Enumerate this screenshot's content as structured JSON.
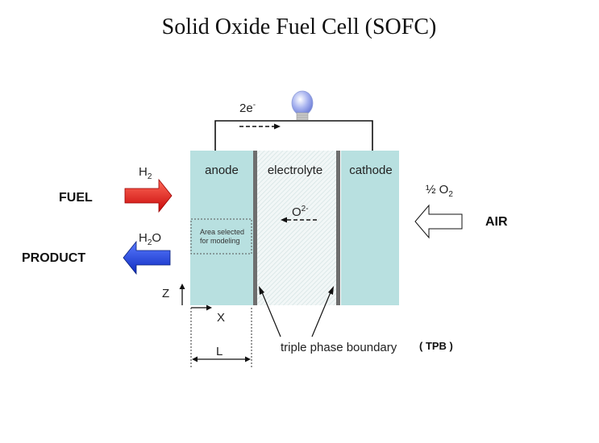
{
  "title": "Solid Oxide Fuel Cell (SOFC)",
  "electron_label": "2e",
  "electron_sup": "-",
  "regions": {
    "anode": "anode",
    "electrolyte": "electrolyte",
    "cathode": "cathode"
  },
  "ion": {
    "base": "O",
    "sup": "2-"
  },
  "fuel": {
    "label": "FUEL",
    "species_base": "H",
    "species_sub": "2"
  },
  "product": {
    "label": "PRODUCT",
    "species_base": "H",
    "species_sub": "2",
    "species_tail": "O"
  },
  "air": {
    "label": "AIR",
    "species_prefix": "½ O",
    "species_sub": "2"
  },
  "modeling_area": {
    "line1": "Area selected",
    "line2": "for modeling"
  },
  "axes": {
    "z": "Z",
    "x": "X",
    "length": "L"
  },
  "tpb": {
    "label": "triple phase boundary",
    "abbr": "( TPB )"
  },
  "colors": {
    "electrode": "#b8e0e0",
    "boundary": "#6e6e6e",
    "fuel_arrow": "#e21a1a",
    "product_arrow": "#1f3fd6",
    "bulb": "#8fa0e8"
  }
}
